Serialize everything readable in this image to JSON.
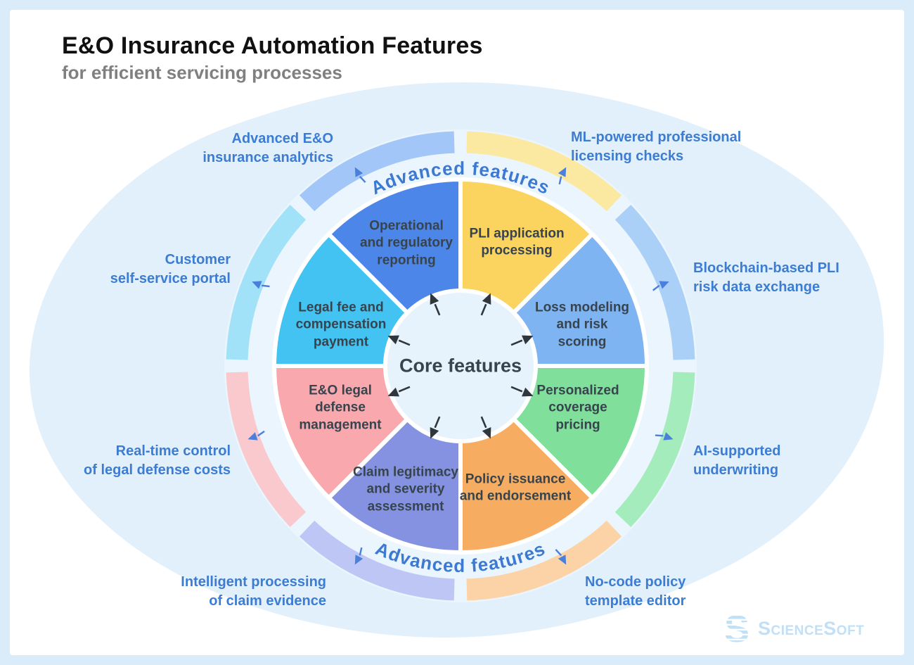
{
  "header": {
    "title": "E&O Insurance Automation Features",
    "subtitle": "for efficient servicing processes"
  },
  "center": {
    "label": "Core features"
  },
  "ring_bands": {
    "top_label": "Advanced features",
    "bottom_label": "Advanced features"
  },
  "wedges": [
    {
      "id": "pli-application",
      "label": "PLI application\nprocessing",
      "color": "#FBD45F",
      "ring_color": "#FCE9A1",
      "advanced_label": "ML-powered professional\nlicensing checks"
    },
    {
      "id": "loss-modeling",
      "label": "Loss modeling\nand risk\nscoring",
      "color": "#7FB4F2",
      "ring_color": "#ABD0F8",
      "advanced_label": "Blockchain-based PLI\nrisk data exchange"
    },
    {
      "id": "personalized",
      "label": "Personalized\ncoverage\npricing",
      "color": "#80DF9B",
      "ring_color": "#A5ECBC",
      "advanced_label": "AI-supported\nunderwriting"
    },
    {
      "id": "policy-issuance",
      "label": "Policy issuance\nand endorsement",
      "color": "#F7AD61",
      "ring_color": "#FBD3A6",
      "advanced_label": "No-code policy\ntemplate editor"
    },
    {
      "id": "claim-legitimacy",
      "label": "Claim legitimacy\nand severity\nassessment",
      "color": "#8592E2",
      "ring_color": "#BDC6F4",
      "advanced_label": "Intelligent processing\nof claim evidence"
    },
    {
      "id": "eo-legal-defense",
      "label": "E&O legal\ndefense\nmanagement",
      "color": "#F9A9AD",
      "ring_color": "#FAC9CD",
      "advanced_label": "Real-time control\nof legal defense costs"
    },
    {
      "id": "legal-fee",
      "label": "Legal fee and\ncompensation\npayment",
      "color": "#43C3F2",
      "ring_color": "#A2E2F9",
      "advanced_label": "Customer\nself-service portal"
    },
    {
      "id": "operational",
      "label": "Operational\nand regulatory\nreporting",
      "color": "#4C86E8",
      "ring_color": "#A2C6F8",
      "advanced_label": "Advanced E&O\ninsurance analytics"
    }
  ],
  "logo": {
    "name": "ScienceSoft",
    "icon_letter": "S"
  },
  "palette": {
    "frame_border": "#DAECFA",
    "blob": "#E2F0FB",
    "band": "#EBF5FD",
    "center_circle": "#E7F3FC",
    "wedge_gap": "#FFFFFF",
    "dark_arrow": "#2F363C",
    "blue_arrow": "#4B7FDC",
    "curved_text": "#3B79D2",
    "outer_label_text": "#3C7CD2",
    "wedge_label_text": "#37444E",
    "title_text": "#111111",
    "subtitle_text": "#808080",
    "logo_color": "#BFE0F6"
  }
}
